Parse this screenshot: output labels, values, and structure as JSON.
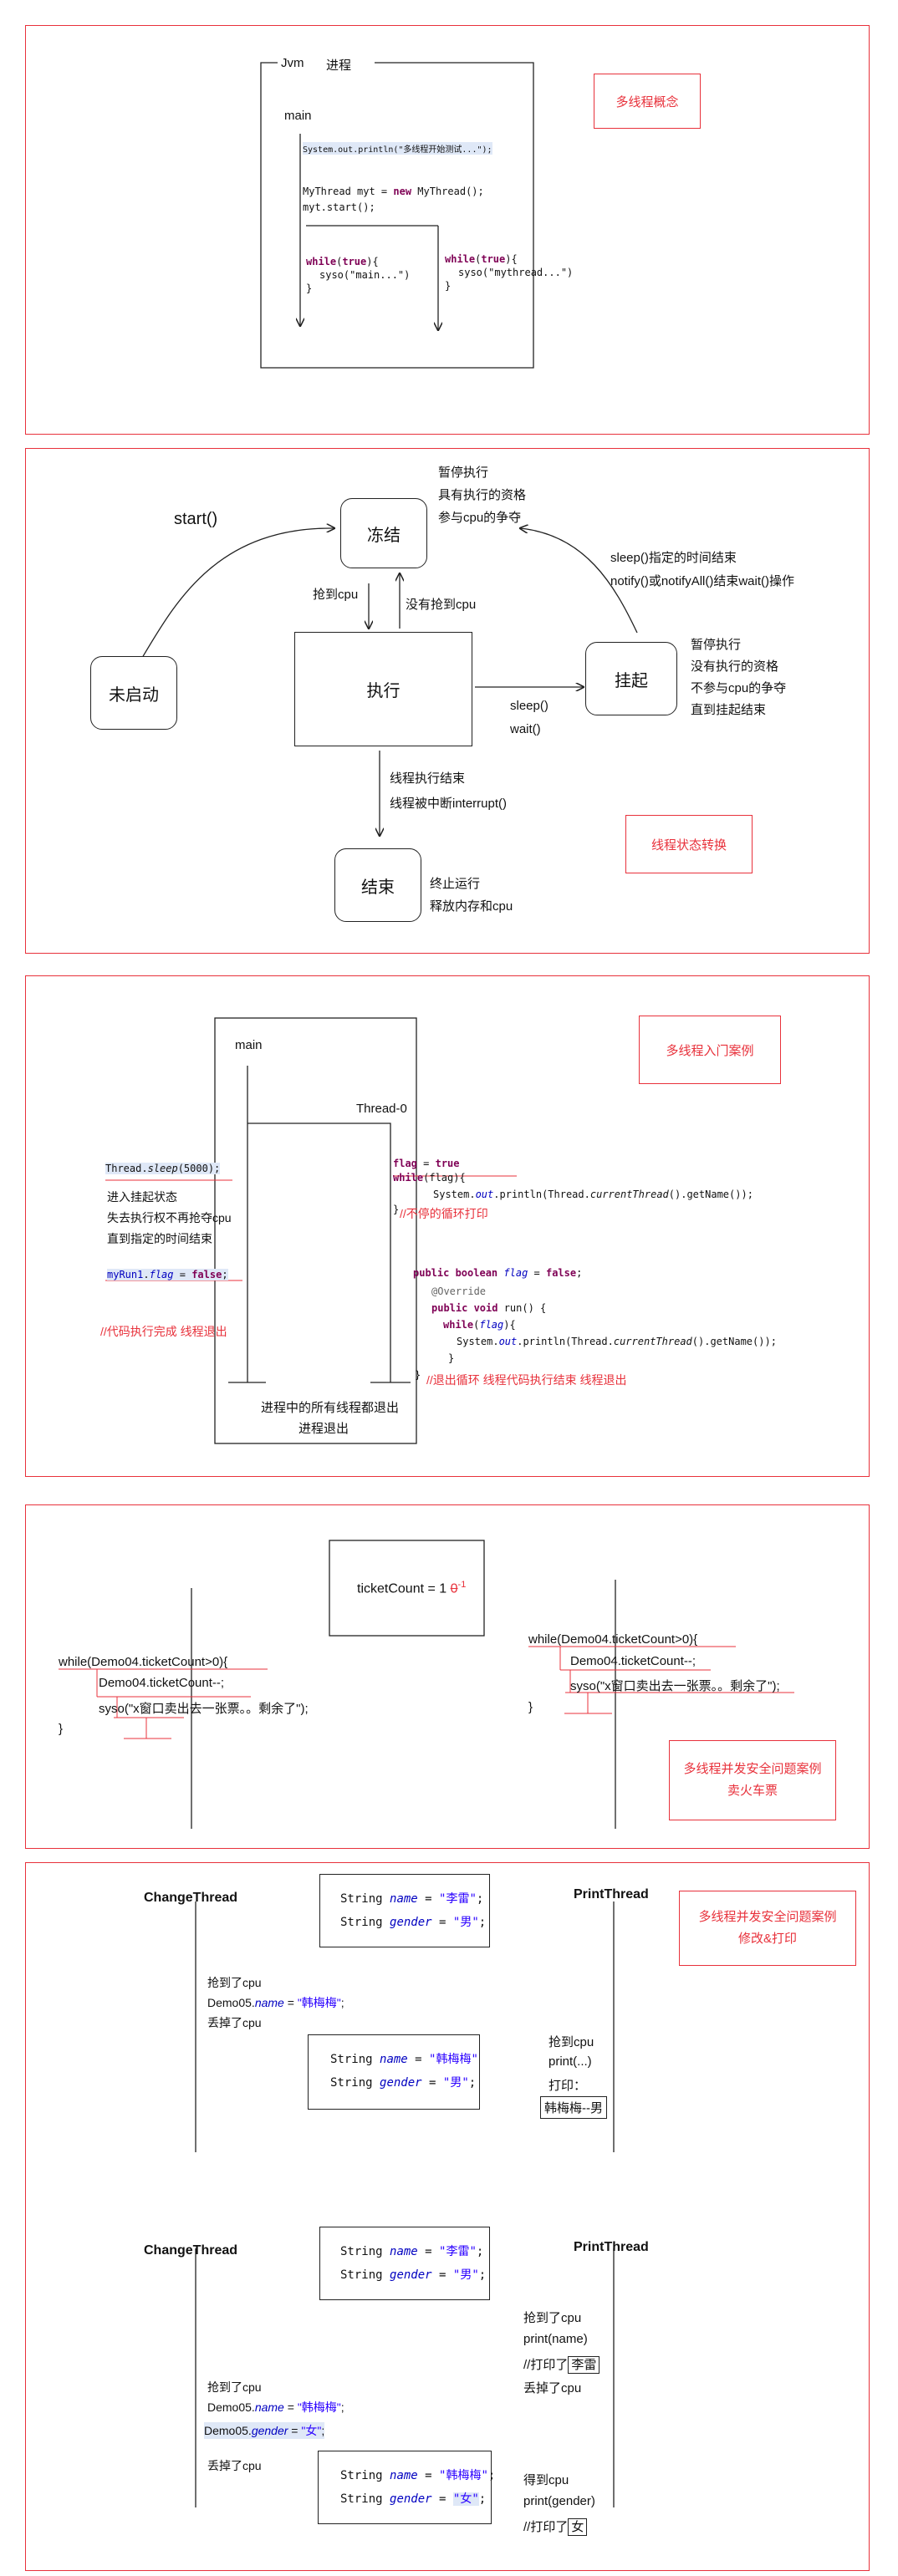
{
  "panel1": {
    "jvm": "Jvm",
    "process": "进程",
    "main": "main",
    "println": "System.out.println(\"多线程开始测试...\");",
    "new_thread": "MyThread myt = new MyThread();",
    "start": "myt.start();",
    "while_main_1": "while(true){",
    "while_main_2": "syso(\"main...\")",
    "while_main_3": "}",
    "while_t_1": "while(true){",
    "while_t_2": "syso(\"mythread...\")",
    "while_t_3": "}",
    "tag": "多线程概念"
  },
  "panel2": {
    "start_label": "start()",
    "not_started": "未启动",
    "frozen": "冻结",
    "running": "执行",
    "suspended": "挂起",
    "ended": "结束",
    "frozen_note_1": "暂停执行",
    "frozen_note_2": "具有执行的资格",
    "frozen_note_3": "参与cpu的争夺",
    "grab_cpu": "抢到cpu",
    "no_grab_cpu": "没有抢到cpu",
    "sleep_end": "sleep()指定的时间结束",
    "notify": "notify()或notifyAll()结束wait()操作",
    "susp_note_1": "暂停执行",
    "susp_note_2": "没有执行的资格",
    "susp_note_3": "不参与cpu的争夺",
    "susp_note_4": "直到挂起结束",
    "sleep": "sleep()",
    "wait": "wait()",
    "end_reason_1": "线程执行结束",
    "end_reason_2": "线程被中断interrupt()",
    "end_note_1": "终止运行",
    "end_note_2": "释放内存和cpu",
    "tag": "线程状态转换"
  },
  "panel3": {
    "main": "main",
    "thread0": "Thread-0",
    "sleep_call": "Thread.sleep(5000);",
    "sleep_note_1": "进入挂起状态",
    "sleep_note_2": "失去执行权不再抢夺cpu",
    "sleep_note_3": "直到指定的时间结束",
    "set_flag": "myRun1.flag = false;",
    "main_end": "//代码执行完成 线程退出",
    "flag_true": "flag = true",
    "while_flag": "while(flag){",
    "print_name": "System.out.println(Thread.currentThread().getName());",
    "close_brace": "}",
    "loop_comment": "//不停的循环打印",
    "flag_decl": "public boolean flag = false;",
    "override": "@Override",
    "run_decl": "public void run() {",
    "while_flag2": "while(flag){",
    "print_name2": "System.out.println(Thread.currentThread().getName());",
    "close_inner": "}",
    "close_outer": "}",
    "exit_comment": "//退出循环 线程代码执行结束 线程退出",
    "all_exit_1": "进程中的所有线程都退出",
    "all_exit_2": "进程退出",
    "tag": "多线程入门案例"
  },
  "panel4": {
    "ticket_count": "ticketCount = 1",
    "ticket_struck": "0",
    "ticket_sup": "-1",
    "left_1": "while(Demo04.ticketCount>0){",
    "left_2": "Demo04.ticketCount--;",
    "left_3": "syso(\"x窗口卖出去一张票。。剩余了\");",
    "left_4": "}",
    "right_1": "while(Demo04.ticketCount>0){",
    "right_2": "Demo04.ticketCount--;",
    "right_3": "syso(\"x窗口卖出去一张票。。剩余了\");",
    "right_4": "}",
    "tag_1": "多线程并发安全问题案例",
    "tag_2": "卖火车票"
  },
  "panel5": {
    "change_thread": "ChangeThread",
    "print_thread": "PrintThread",
    "str_kw": "String",
    "name_field": "name",
    "gender_field": "gender",
    "eq": "=",
    "name_v1": "\"李雷\";",
    "gender_v1": "\"男\";",
    "name_v2": "\"韩梅梅\"",
    "gender_v2": "\"男\";",
    "grab_cpu_1": "抢到了cpu",
    "demo_prefix": "Demo05.",
    "set_name_val": "\"韩梅梅\";",
    "lose_cpu_1": "丢掉了cpu",
    "pt_grab": "抢到cpu",
    "pt_print": "print(...)",
    "pt_print_label": "打印：",
    "pt_out": "韩梅梅--男",
    "tag_1": "多线程并发安全问题案例",
    "tag_2": "修改&打印",
    "change_thread_b": "ChangeThread",
    "print_thread_b": "PrintThread",
    "name_v3": "\"李雷\";",
    "gender_v3": "\"男\";",
    "grab_cpu_2": "抢到了cpu",
    "set_name_val_b": "\"韩梅梅\";",
    "set_gender_val": "\"女\";",
    "lose_cpu_2": "丢掉了cpu",
    "name_v4": "\"韩梅梅\";",
    "gender_v4": "\"女\";",
    "pt2_grab": "抢到了cpu",
    "pt2_print_name": "print(name)",
    "pt2_printed": "//打印了",
    "pt2_name_out": "李雷",
    "pt2_lose": "丢掉了cpu",
    "pt2_grab2": "得到cpu",
    "pt2_print_gender": "print(gender)",
    "pt2_printed2": "//打印了",
    "pt2_gender_out": "女"
  }
}
